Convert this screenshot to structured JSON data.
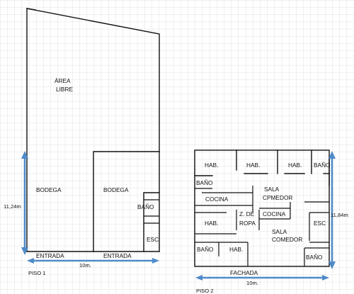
{
  "colors": {
    "grid": "#d9d9d9",
    "wall": "#111111",
    "dimension": "#4f8bc9",
    "background": "#ffffff"
  },
  "floor1": {
    "title": "PISO 1",
    "rooms": {
      "area_libre_line1": "ÁREA",
      "area_libre_line2": "LIBRE",
      "bodega_left": "BODEGA",
      "bodega_right": "BODEGA",
      "bano": "BAÑO",
      "esc": "ESC",
      "entrada_left": "ENTRADA",
      "entrada_right": "ENTRADA"
    },
    "dimensions": {
      "width": "10m.",
      "height": "11,24m"
    }
  },
  "floor2": {
    "title": "PISO 2",
    "rooms": {
      "hab1": "HAB.",
      "hab2": "HAB.",
      "hab3": "HAB.",
      "bano_top": "BAÑO",
      "bano_left": "BAÑO",
      "sala_line1": "SALA",
      "sala_line2": "CPMEDOR",
      "cocina_left": "COCINA",
      "cocina_center": "COCINA",
      "zde_ropa_line1": "Z. DE",
      "zde_ropa_line2": "ROPA",
      "hab_mid": "HAB.",
      "sala2_line1": "SALA",
      "sala2_line2": "COMEDOR",
      "esc": "ESC",
      "bano_bottom_left": "BAÑO",
      "hab_bottom": "HAB.",
      "bano_bottom_right": "BAÑO",
      "fachada": "FACHADA"
    },
    "dimensions": {
      "width": "10m.",
      "height": "11,84m"
    }
  }
}
